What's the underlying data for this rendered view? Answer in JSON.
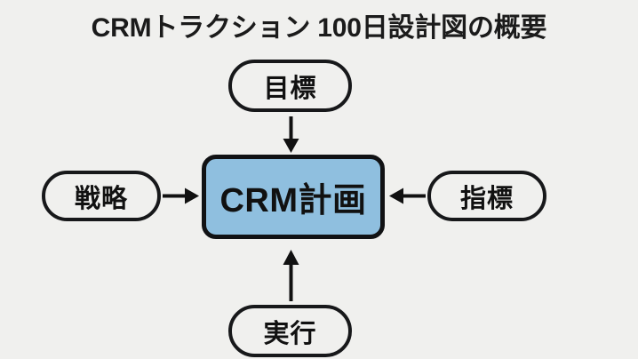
{
  "page": {
    "background_color": "#f0f0ee",
    "title": "CRMトラクション 100日設計図の概要"
  },
  "diagram": {
    "type": "hub-and-spoke",
    "center": {
      "id": "crm-plan",
      "label": "CRM計画",
      "fill_color": "#8fbfdf",
      "border_color": "#111214",
      "text_color": "#111111",
      "shape": "rounded-rectangle"
    },
    "nodes": [
      {
        "id": "goal",
        "label": "目標",
        "position": "top",
        "fill_color": "#f0f0ee",
        "border_color": "#17181a",
        "text_color": "#111111",
        "shape": "pill"
      },
      {
        "id": "strategy",
        "label": "戦略",
        "position": "left",
        "fill_color": "#f0f0ee",
        "border_color": "#17181a",
        "text_color": "#111111",
        "shape": "pill"
      },
      {
        "id": "metrics",
        "label": "指標",
        "position": "right",
        "fill_color": "#f0f0ee",
        "border_color": "#17181a",
        "text_color": "#111111",
        "shape": "pill"
      },
      {
        "id": "execution",
        "label": "実行",
        "position": "bottom",
        "fill_color": "#f0f0ee",
        "border_color": "#17181a",
        "text_color": "#111111",
        "shape": "pill"
      }
    ],
    "connectors": [
      {
        "id": "goal-to-center",
        "from": "goal",
        "to": "crm-plan",
        "direction": "down",
        "style": "solid-arrow",
        "color": "#111111"
      },
      {
        "id": "strategy-to-center",
        "from": "strategy",
        "to": "crm-plan",
        "direction": "right",
        "style": "solid-arrow",
        "color": "#111111"
      },
      {
        "id": "metrics-to-center",
        "from": "metrics",
        "to": "crm-plan",
        "direction": "left",
        "style": "solid-arrow",
        "color": "#111111"
      },
      {
        "id": "execution-to-center",
        "from": "execution",
        "to": "crm-plan",
        "direction": "up",
        "style": "solid-arrow",
        "color": "#111111"
      }
    ]
  }
}
